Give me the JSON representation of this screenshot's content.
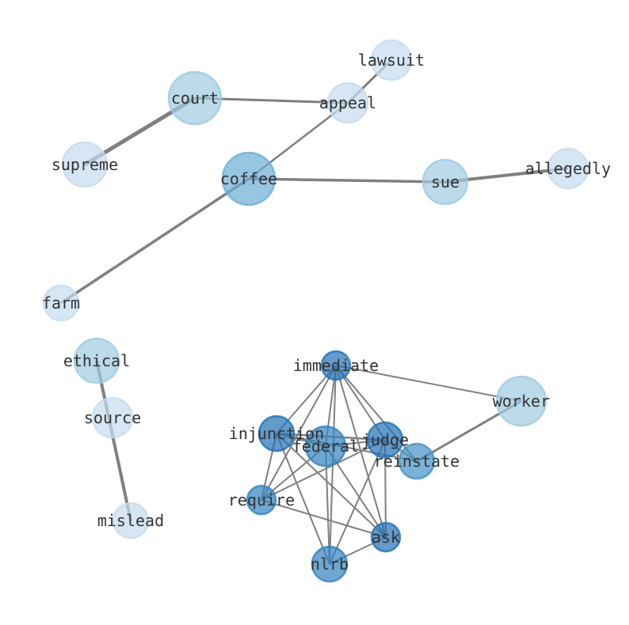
{
  "graph": {
    "edge_color": "#808080",
    "nodes": [
      {
        "id": "court",
        "color": "#9ecae1"
      },
      {
        "id": "lawsuit",
        "color": "#c6dbef"
      },
      {
        "id": "appeal",
        "color": "#c6dbef"
      },
      {
        "id": "supreme",
        "color": "#c6dbef"
      },
      {
        "id": "coffee",
        "color": "#6baed6"
      },
      {
        "id": "sue",
        "color": "#9ecae1"
      },
      {
        "id": "allegedly",
        "color": "#c6dbef"
      },
      {
        "id": "farm",
        "color": "#c6dbef"
      },
      {
        "id": "ethical",
        "color": "#9ecae1"
      },
      {
        "id": "source",
        "color": "#c6dbef"
      },
      {
        "id": "mislead",
        "color": "#c6dbef"
      },
      {
        "id": "immediate",
        "color": "#2171b5"
      },
      {
        "id": "worker",
        "color": "#9ecae1"
      },
      {
        "id": "injunction",
        "color": "#2171b5"
      },
      {
        "id": "federal",
        "color": "#3182bd"
      },
      {
        "id": "judge",
        "color": "#2171b5"
      },
      {
        "id": "reinstate",
        "color": "#4292c6"
      },
      {
        "id": "require",
        "color": "#3182bd"
      },
      {
        "id": "ask",
        "color": "#2171b5"
      },
      {
        "id": "nlrb",
        "color": "#3182bd"
      }
    ],
    "edges": [
      [
        "court",
        "supreme",
        5
      ],
      [
        "court",
        "appeal",
        3
      ],
      [
        "appeal",
        "lawsuit",
        3
      ],
      [
        "appeal",
        "coffee",
        2.5
      ],
      [
        "coffee",
        "farm",
        3.5
      ],
      [
        "coffee",
        "sue",
        3.5
      ],
      [
        "sue",
        "allegedly",
        4
      ],
      [
        "ethical",
        "mislead",
        4
      ],
      [
        "immediate",
        "worker",
        2
      ],
      [
        "immediate",
        "injunction",
        2
      ],
      [
        "immediate",
        "federal",
        2
      ],
      [
        "immediate",
        "judge",
        2
      ],
      [
        "immediate",
        "reinstate",
        2
      ],
      [
        "immediate",
        "require",
        2
      ],
      [
        "immediate",
        "nlrb",
        2
      ],
      [
        "immediate",
        "ask",
        2
      ],
      [
        "injunction",
        "federal",
        2
      ],
      [
        "injunction",
        "judge",
        2.5
      ],
      [
        "injunction",
        "reinstate",
        2
      ],
      [
        "injunction",
        "require",
        2
      ],
      [
        "injunction",
        "nlrb",
        2
      ],
      [
        "injunction",
        "ask",
        2
      ],
      [
        "federal",
        "judge",
        2
      ],
      [
        "federal",
        "require",
        2
      ],
      [
        "federal",
        "nlrb",
        2
      ],
      [
        "federal",
        "ask",
        2
      ],
      [
        "judge",
        "require",
        2
      ],
      [
        "judge",
        "nlrb",
        2
      ],
      [
        "judge",
        "ask",
        2
      ],
      [
        "judge",
        "reinstate",
        2
      ],
      [
        "require",
        "ask",
        2
      ],
      [
        "nlrb",
        "ask",
        2
      ],
      [
        "reinstate",
        "worker",
        3
      ]
    ]
  }
}
